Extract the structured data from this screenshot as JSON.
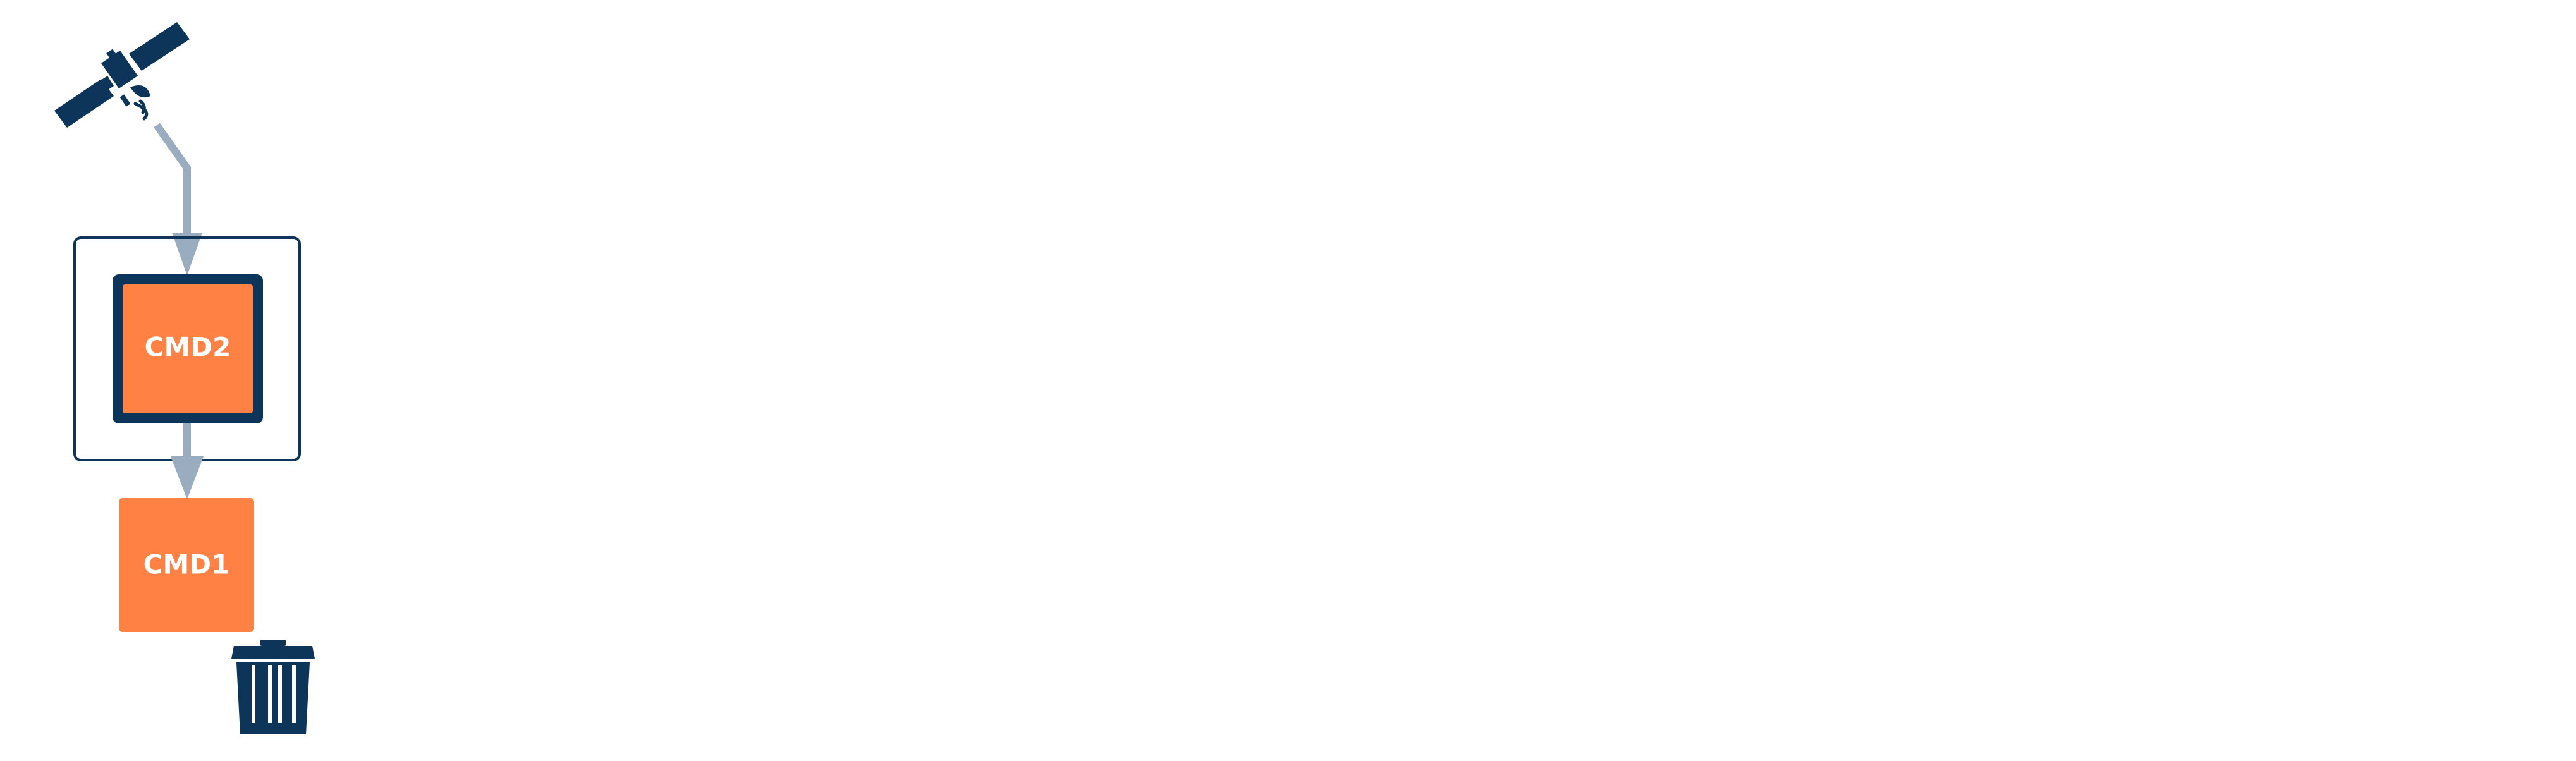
{
  "diagram": {
    "nodes": [
      {
        "id": "cmd2",
        "label": "CMD2",
        "selected": true
      },
      {
        "id": "cmd1",
        "label": "CMD1",
        "selected": false
      }
    ],
    "icons": {
      "source": "satellite-icon",
      "sink": "trash-bin-icon"
    },
    "flow": [
      "satellite-icon",
      "cmd2",
      "cmd1",
      "trash-bin-icon"
    ],
    "colors": {
      "background": "#ffffff",
      "node_fill": "#ff8244",
      "node_text": "#ffffff",
      "dark_navy": "#0d3459",
      "arrow": "#9aacc0",
      "selection_frame": "#0d3459"
    }
  }
}
